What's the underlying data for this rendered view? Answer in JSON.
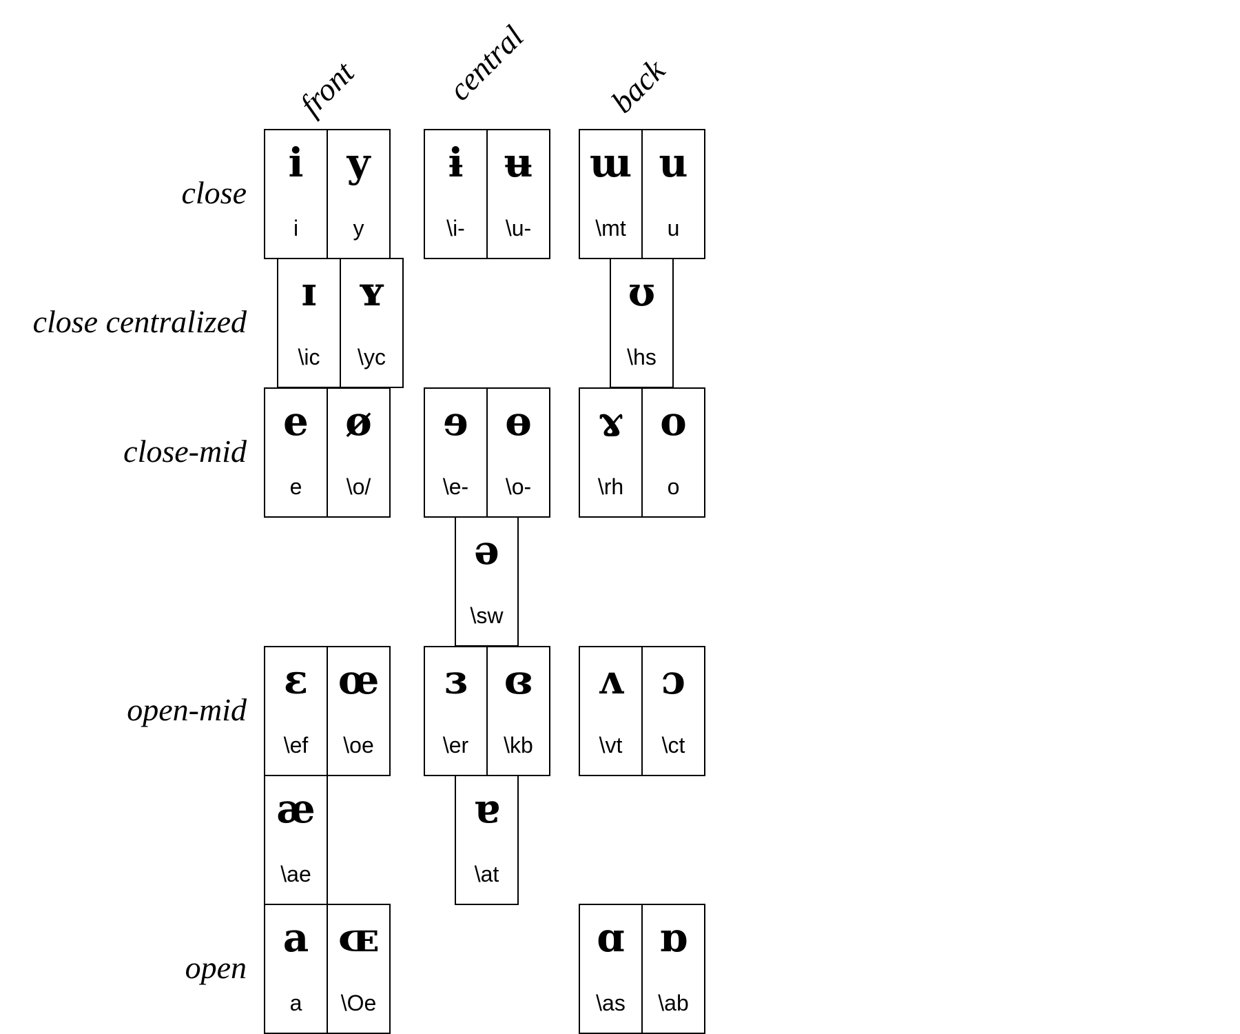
{
  "colors": {
    "background": "#ffffff",
    "line": "#000000",
    "text": "#000000"
  },
  "vowel_chart": {
    "column_headers": [
      {
        "id": "front",
        "label": "front"
      },
      {
        "id": "central",
        "label": "central"
      },
      {
        "id": "back",
        "label": "back"
      }
    ],
    "row_labels": [
      {
        "row": "close",
        "label": "close"
      },
      {
        "row": "close-centralized",
        "label": "close centralized"
      },
      {
        "row": "close-mid",
        "label": "close-mid"
      },
      {
        "row": "open-mid",
        "label": "open-mid"
      },
      {
        "row": "open",
        "label": "open"
      }
    ],
    "boxes": [
      {
        "row": "close",
        "col": "front",
        "cells": [
          {
            "symbol": "i",
            "code": "i"
          },
          {
            "symbol": "y",
            "code": "y"
          }
        ]
      },
      {
        "row": "close",
        "col": "central",
        "cells": [
          {
            "symbol": "ɨ",
            "code": "\\i-"
          },
          {
            "symbol": "ʉ",
            "code": "\\u-"
          }
        ]
      },
      {
        "row": "close",
        "col": "back",
        "cells": [
          {
            "symbol": "ɯ",
            "code": "\\mt"
          },
          {
            "symbol": "u",
            "code": "u"
          }
        ]
      },
      {
        "row": "close-centralized",
        "col": "front-offset",
        "cells": [
          {
            "symbol": "ɪ",
            "code": "\\ic"
          },
          {
            "symbol": "ʏ",
            "code": "\\yc"
          }
        ]
      },
      {
        "row": "close-centralized",
        "col": "back-mid",
        "cells": [
          {
            "symbol": "ʊ",
            "code": "\\hs"
          }
        ]
      },
      {
        "row": "close-mid",
        "col": "front",
        "cells": [
          {
            "symbol": "e",
            "code": "e"
          },
          {
            "symbol": "ø",
            "code": "\\o/"
          }
        ]
      },
      {
        "row": "close-mid",
        "col": "central",
        "cells": [
          {
            "symbol": "ɘ",
            "code": "\\e-"
          },
          {
            "symbol": "ɵ",
            "code": "\\o-"
          }
        ]
      },
      {
        "row": "close-mid",
        "col": "back",
        "cells": [
          {
            "symbol": "ɤ",
            "code": "\\rh"
          },
          {
            "symbol": "o",
            "code": "o"
          }
        ]
      },
      {
        "row": "mid",
        "col": "central-mid",
        "cells": [
          {
            "symbol": "ə",
            "code": "\\sw"
          }
        ]
      },
      {
        "row": "open-mid",
        "col": "front",
        "cells": [
          {
            "symbol": "ɛ",
            "code": "\\ef"
          },
          {
            "symbol": "œ",
            "code": "\\oe"
          }
        ]
      },
      {
        "row": "open-mid",
        "col": "central",
        "cells": [
          {
            "symbol": "ɜ",
            "code": "\\er"
          },
          {
            "symbol": "ɞ",
            "code": "\\kb"
          }
        ]
      },
      {
        "row": "open-mid",
        "col": "back",
        "cells": [
          {
            "symbol": "ʌ",
            "code": "\\vt"
          },
          {
            "symbol": "ɔ",
            "code": "\\ct"
          }
        ]
      },
      {
        "row": "near-open",
        "col": "front",
        "cells": [
          {
            "symbol": "æ",
            "code": "\\ae"
          }
        ]
      },
      {
        "row": "near-open",
        "col": "central-mid",
        "cells": [
          {
            "symbol": "ɐ",
            "code": "\\at"
          }
        ]
      },
      {
        "row": "open",
        "col": "front",
        "cells": [
          {
            "symbol": "a",
            "code": "a"
          },
          {
            "symbol": "ɶ",
            "code": "\\Oe"
          }
        ]
      },
      {
        "row": "open",
        "col": "back",
        "cells": [
          {
            "symbol": "ɑ",
            "code": "\\as"
          },
          {
            "symbol": "ɒ",
            "code": "\\ab"
          }
        ]
      }
    ]
  }
}
